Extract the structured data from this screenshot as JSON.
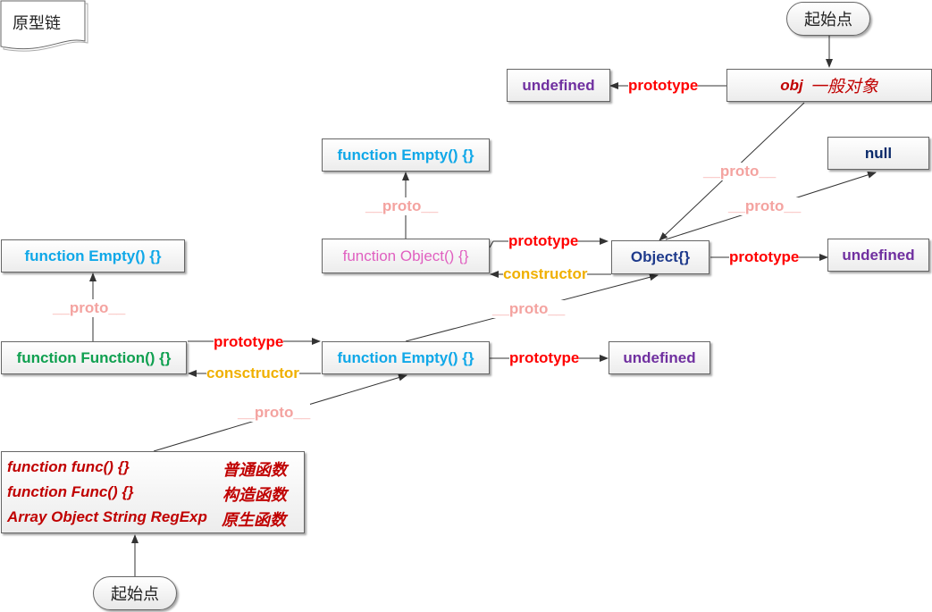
{
  "title": "原型链",
  "labels": {
    "prototype": "prototype",
    "proto": "__proto__",
    "constructor": "constructor",
    "consctructor": "consctructor"
  },
  "boxes": {
    "undefined_top": "undefined",
    "obj_name": "obj",
    "obj_desc": "一般对象",
    "empty_mid": "function Empty() {}",
    "null": "null",
    "func_object": "function Object() {}",
    "object": "Object{}",
    "undefined_object": "undefined",
    "empty_left": "function Empty() {}",
    "func_function": "function Function() {}",
    "empty_center": "function Empty() {}",
    "undefined_center": "undefined"
  },
  "funcs": {
    "rows": [
      {
        "code": "function func() {}",
        "desc": "普通函数"
      },
      {
        "code": "function Func() {}",
        "desc": "构造函数"
      },
      {
        "code": "Array Object String RegExp",
        "desc": "原生函数"
      }
    ]
  },
  "start_top": "起始点",
  "start_bottom": "起始点",
  "colors": {
    "prototype": "#ff0000",
    "proto": "#f4a3a0",
    "constructor": "#f0b000",
    "empty_function": "#10a8e8",
    "undefined": "#7030a0",
    "function_function": "#10a050",
    "object": "#1f3b8c"
  }
}
